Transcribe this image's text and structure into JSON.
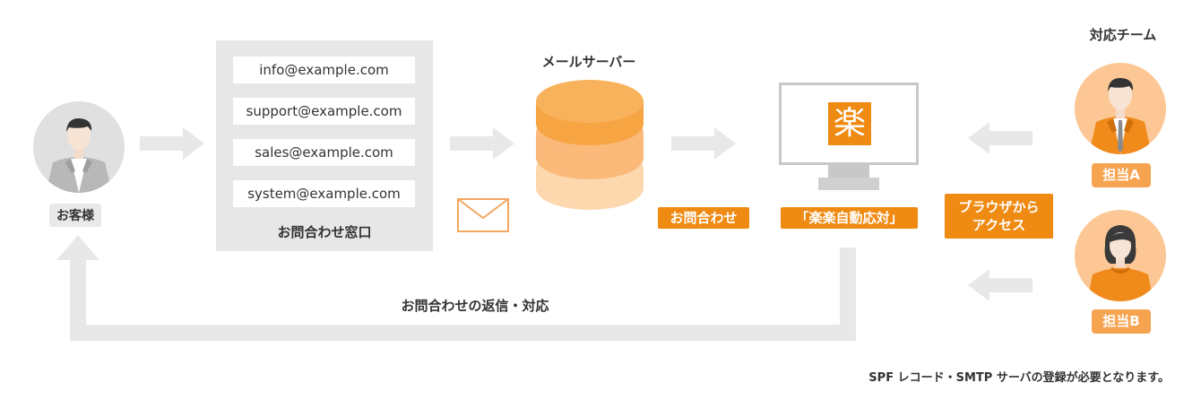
{
  "customer": {
    "label": "お客様"
  },
  "inbox": {
    "emails": [
      "info@example.com",
      "support@example.com",
      "sales@example.com",
      "system@example.com"
    ],
    "label": "お問合わせ窓口"
  },
  "mail_server": {
    "label": "メールサーバー"
  },
  "inquiry_tag": {
    "label": "お問合わせ"
  },
  "app": {
    "logo_char": "楽",
    "label": "「楽楽自動応対」"
  },
  "browser_access": {
    "line1": "ブラウザから",
    "line2": "アクセス"
  },
  "team": {
    "title": "対応チーム",
    "members": [
      {
        "label": "担当A"
      },
      {
        "label": "担当B"
      }
    ]
  },
  "reply": {
    "label": "お問合わせの返信・対応"
  },
  "footnote": {
    "text": "SPF レコード・SMTP サーバの登録が必要となります。"
  },
  "colors": {
    "orange": "#ef8a12",
    "light_orange": "#f7a450",
    "arrow_gray": "#e8e8e8",
    "panel_gray": "#e7e7e7"
  }
}
